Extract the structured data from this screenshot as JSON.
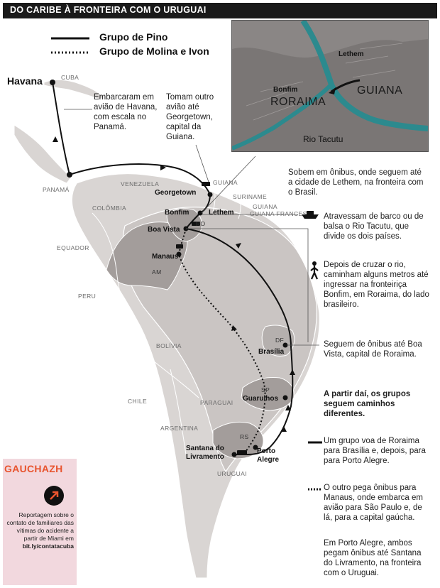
{
  "title": "DO CARIBE À FRONTEIRA COM O URUGUAI",
  "legend": {
    "solid": "Grupo de Pino",
    "dotted": "Grupo de Molina e Ivon"
  },
  "countries": {
    "cuba": "CUBA",
    "panama": "PANAMÁ",
    "venezuela": "VENEZUELA",
    "guiana": "GUIANA",
    "suriname": "SURINAME",
    "guiana_francesa": "GUIANA FRANCESA",
    "colombia": "COLÔMBIA",
    "equador": "EQUADOR",
    "peru": "PERU",
    "bolivia": "BOLÍVIA",
    "chile": "CHILE",
    "paraguai": "PARAGUAI",
    "argentina": "ARGENTINA",
    "uruguai": "URUGUAI"
  },
  "states": {
    "rr": "RO",
    "am": "AM",
    "df": "DF",
    "sp": "SP",
    "rs": "RS"
  },
  "cities": {
    "havana": "Havana",
    "georgetown": "Georgetown",
    "bonfim": "Bonfim",
    "lethem": "Lethem",
    "boa_vista": "Boa Vista",
    "manaus": "Manaus",
    "brasilia": "Brasília",
    "guarulhos": "Guarulhos",
    "santana_1": "Santana do",
    "santana_2": "Livramento",
    "porto_alegre_1": "Porto",
    "porto_alegre_2": "Alegre"
  },
  "inset": {
    "lethem": "Lethem",
    "bonfim": "Bonfim",
    "roraima": "RORAIMA",
    "guiana": "GUIANA",
    "rio_tacutu": "Rio Tacutu"
  },
  "notes": {
    "havana": "Embarcaram em avião de Havana, com escala no Panamá.",
    "georgetown": "Tomam outro avião até Georgetown, capital da Guiana.",
    "lethem": "Sobem em ônibus, onde seguem até a cidade de Lethem, na fronteira com o Brasil.",
    "barco": "Atravessam de barco ou de balsa o Rio Tacutu, que divide os dois países.",
    "cruzar": "Depois de cruzar o rio, caminham alguns metros até ingressar na fronteiriça Bonfim, em Roraima, do lado brasileiro.",
    "boa_vista": "Seguem de ônibus até Boa Vista, capital de Roraima.",
    "partir": "A partir daí, os grupos seguem caminhos diferentes.",
    "grupo1": "Um grupo voa de Roraima para Brasília e, depois, para para Porto Alegre.",
    "grupo2": "O outro pega ônibus para Manaus, onde embarca em avião para São Paulo e, de lá, para a capital gaúcha.",
    "porto_alegre": "Em Porto Alegre, ambos pegam ônibus até Santana do Livramento, na fronteira com o Uruguai."
  },
  "side": {
    "brand": "GAUCHAZH",
    "text": "Reportagem sobre o contato de familiares das vítimas do acidente a partir de Miami em",
    "link": "bit.ly/contatacuba"
  },
  "colors": {
    "sea": "#ffffff",
    "land": "#d9d5d3",
    "brazil": "#cac5c3",
    "highlight_state": "#a39d9b",
    "route": "#111111",
    "brand": "#e8542e",
    "side_panel": "#f2d8de"
  }
}
